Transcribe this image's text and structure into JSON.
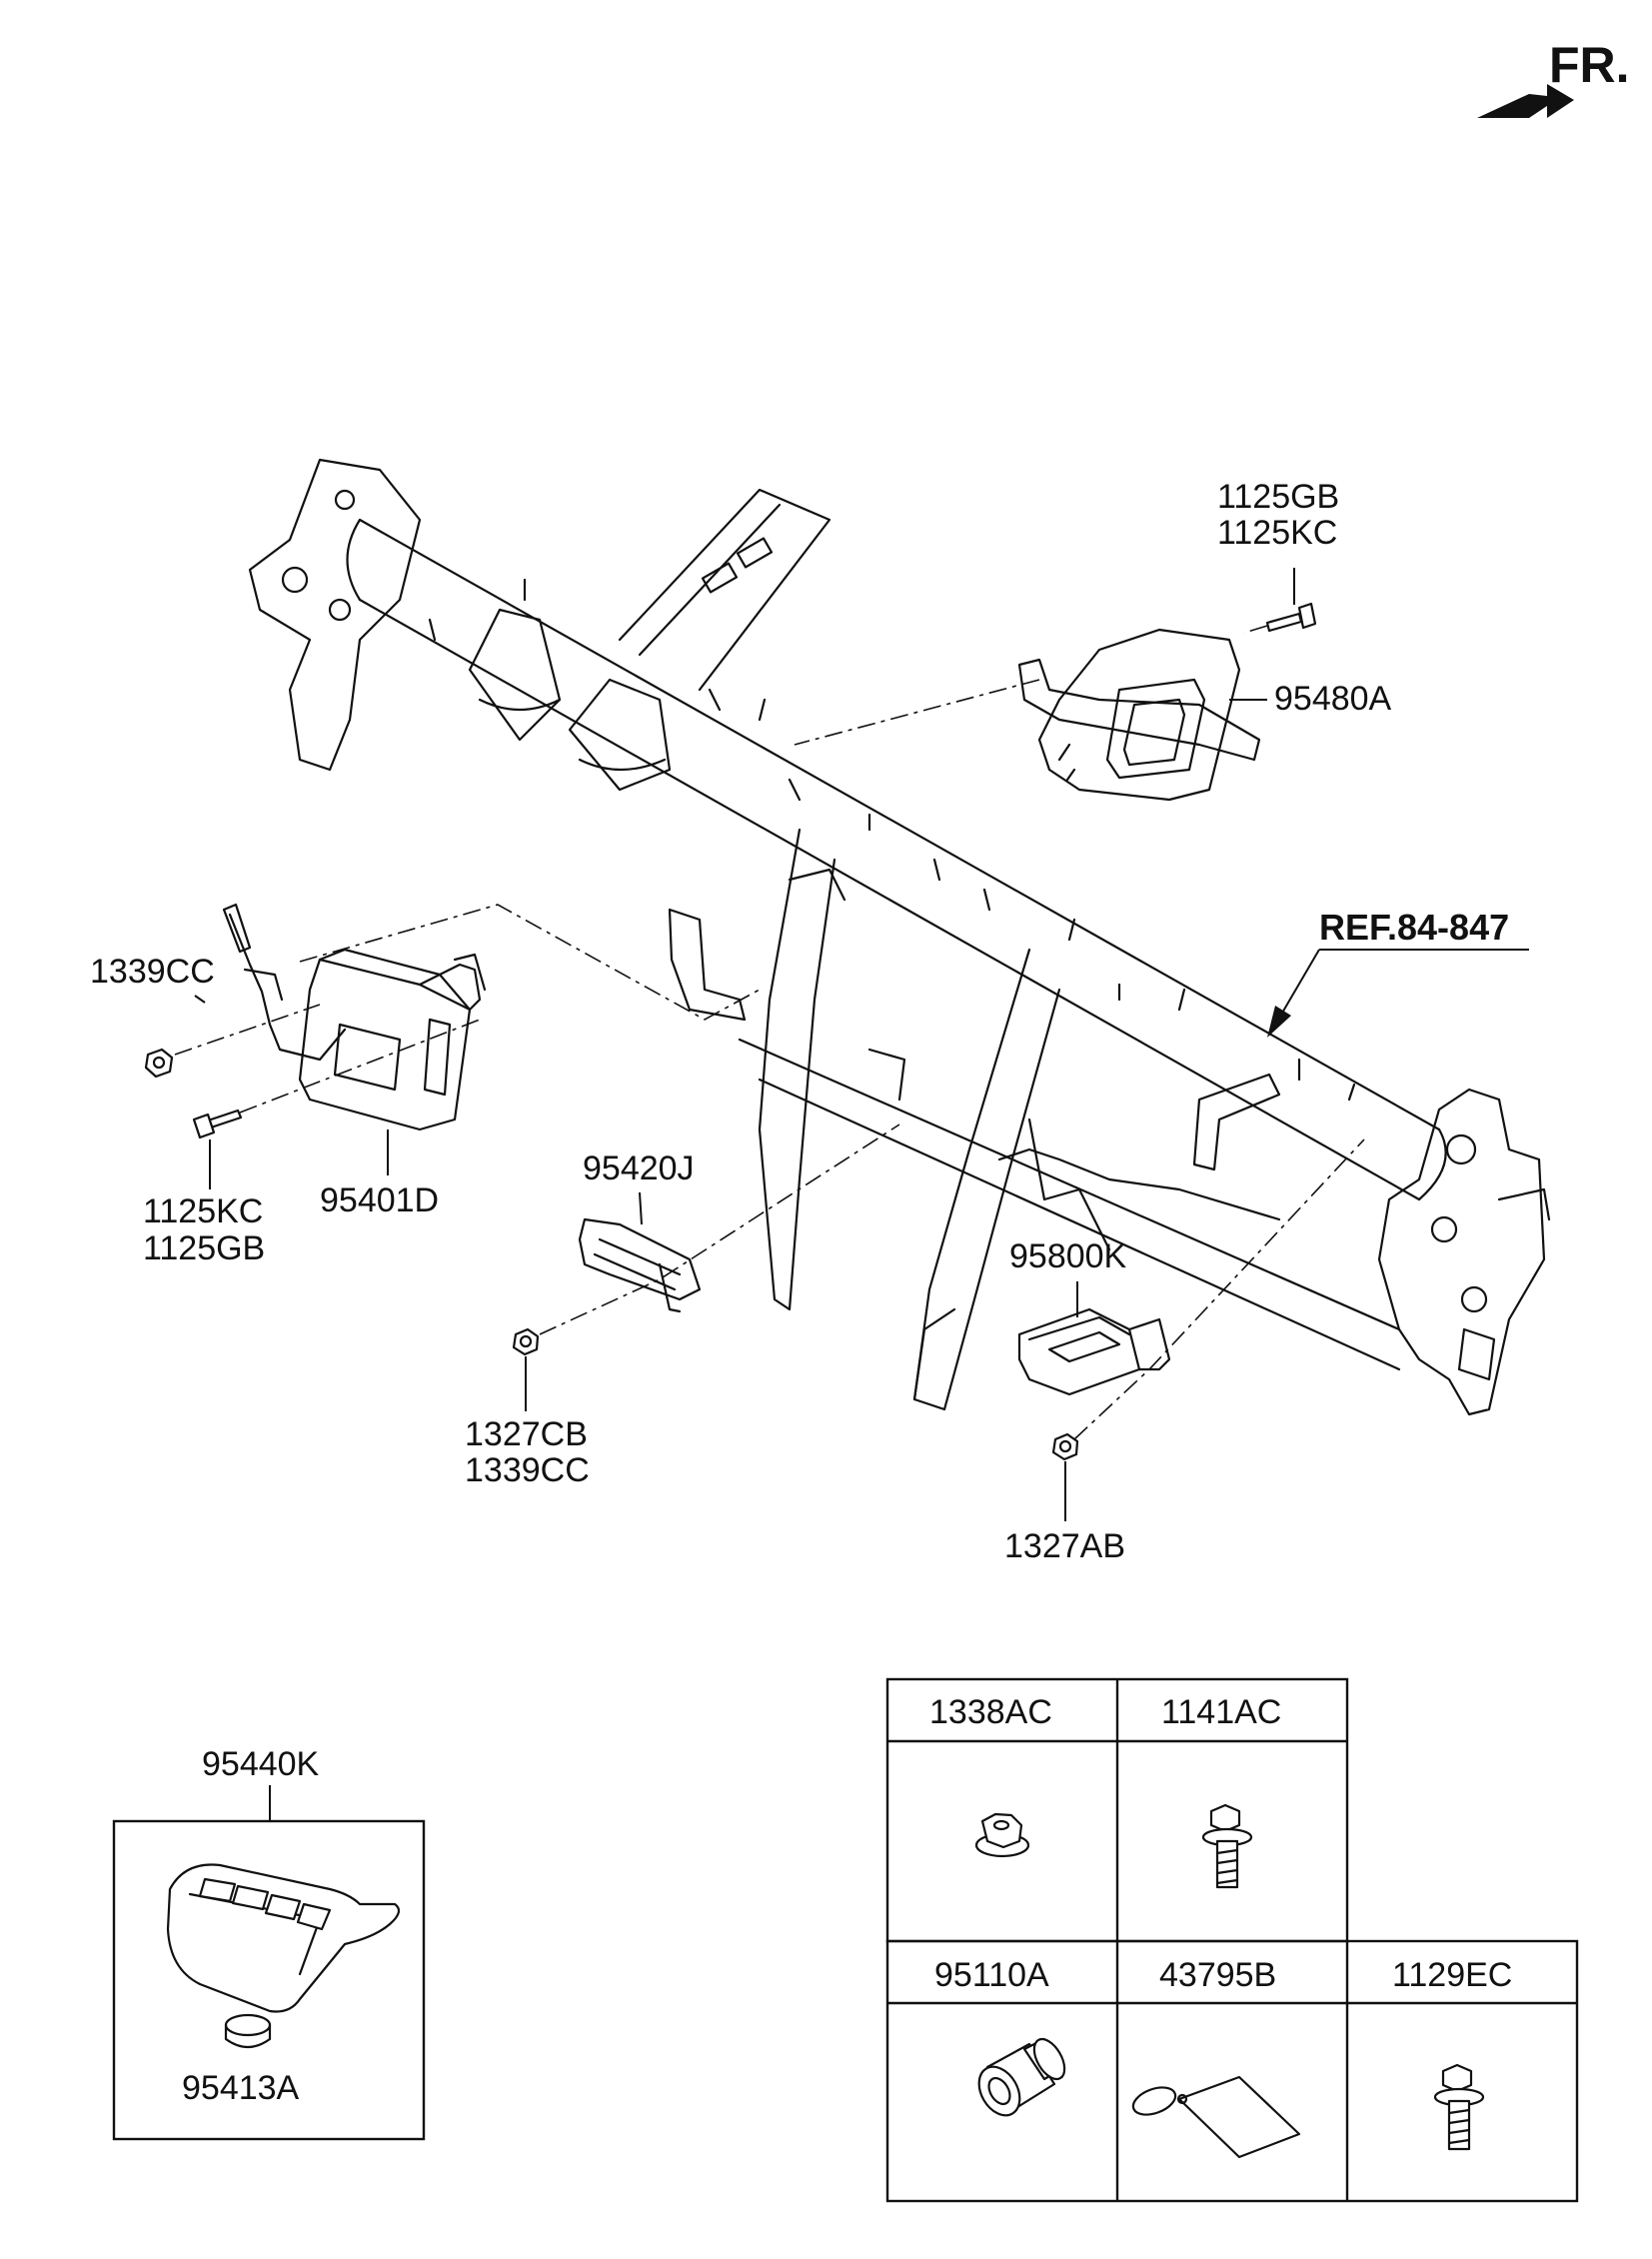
{
  "orientation": {
    "label": "FR."
  },
  "reference": {
    "label": "REF.84-847"
  },
  "callouts": {
    "bolt_top_a": "1125GB",
    "bolt_top_b": "1125KC",
    "module_right": "95480A",
    "nut_left": "1339CC",
    "bolt_left_a": "1125KC",
    "bolt_left_b": "1125GB",
    "module_left": "95401D",
    "bracket_mid": "95420J",
    "nut_mid_a": "1327CB",
    "nut_mid_b": "1339CC",
    "sensor_right": "95800K",
    "nut_right": "1327AB"
  },
  "key_fob_panel": {
    "title": "95440K",
    "battery_label": "95413A"
  },
  "parts_table": {
    "row1": [
      {
        "code": "1338AC",
        "icon": "flange-nut-icon"
      },
      {
        "code": "1141AC",
        "icon": "flange-bolt-icon"
      }
    ],
    "row2": [
      {
        "code": "95110A",
        "icon": "key-cylinder-icon"
      },
      {
        "code": "43795B",
        "icon": "key-tag-icon"
      },
      {
        "code": "1129EC",
        "icon": "flange-bolt-icon"
      }
    ]
  }
}
